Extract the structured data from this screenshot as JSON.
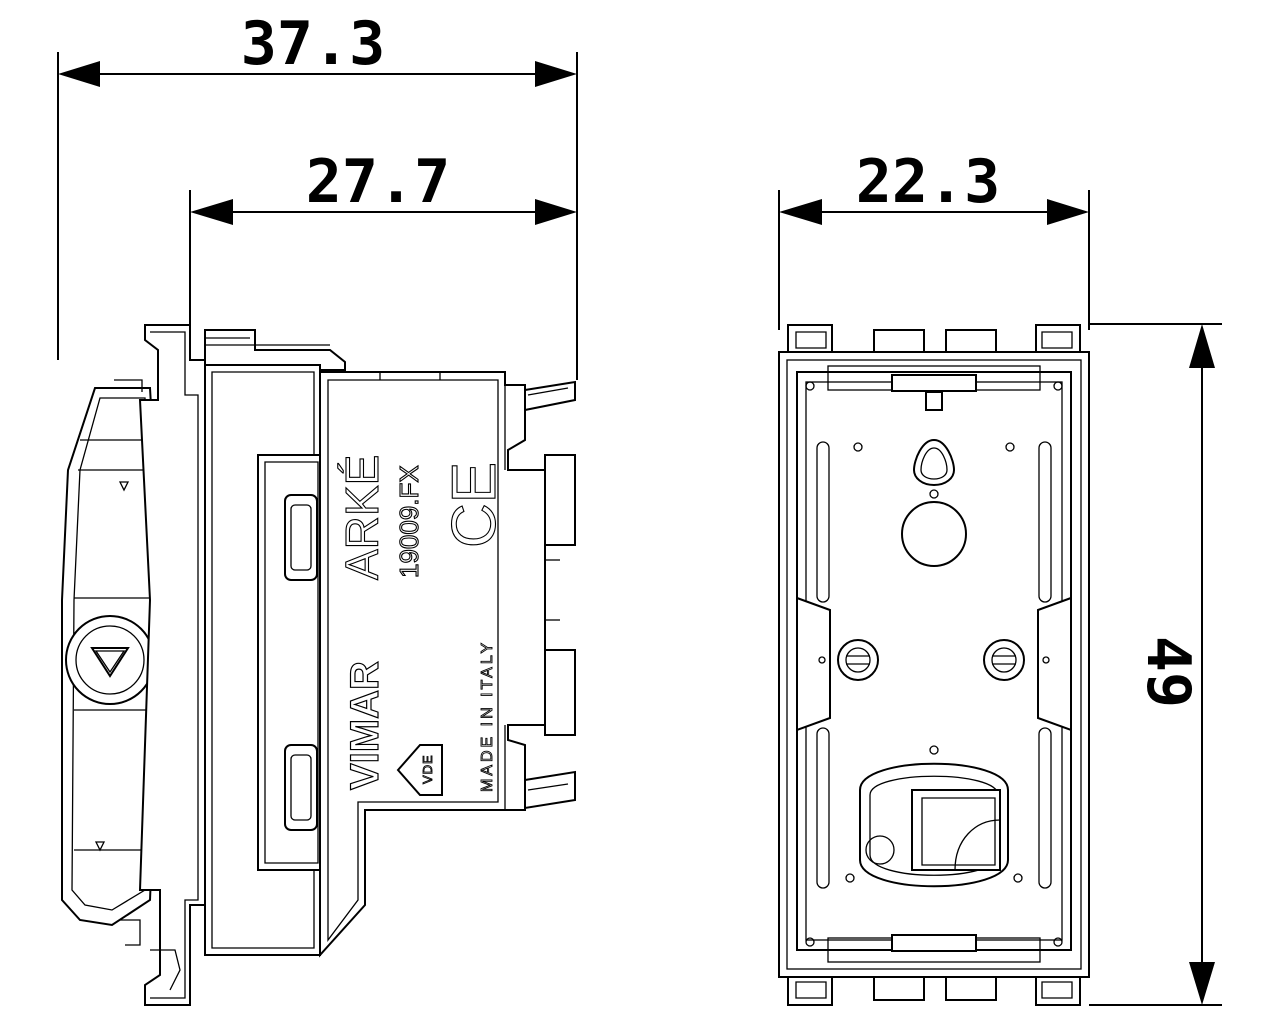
{
  "dimensions": {
    "side_total_depth": "37.3",
    "side_body_depth": "27.7",
    "front_width": "22.3",
    "front_height": "49"
  },
  "markings": {
    "product_line": "ARKÉ",
    "model_code": "19009.FX",
    "brand": "VIMAR",
    "origin": "MADE IN ITALY",
    "certification": "CE",
    "approval_mark": "VDE"
  }
}
